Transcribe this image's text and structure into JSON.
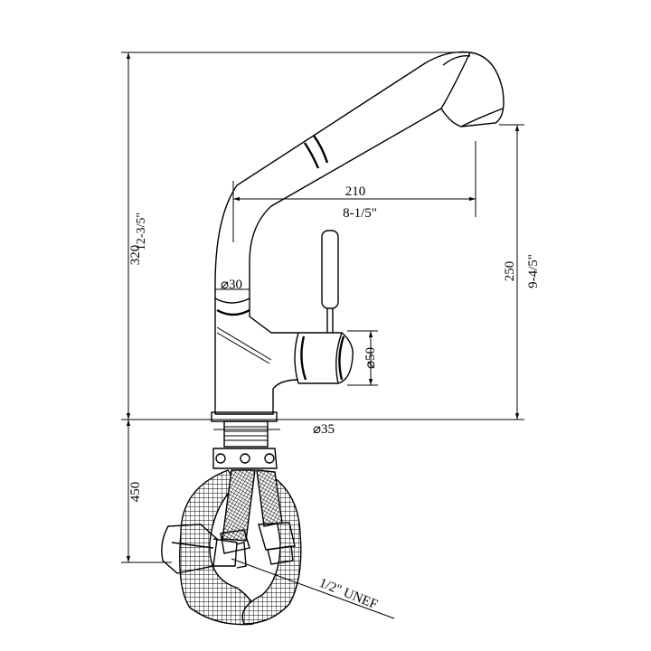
{
  "drawing": {
    "dimensions": {
      "overall_height_mm": "320",
      "overall_height_in": "12-3/5\"",
      "spout_reach_mm": "210",
      "spout_reach_in": "8-1/5\"",
      "spout_height_mm": "250",
      "spout_height_in": "9-4/5\"",
      "spout_diameter": "⌀30",
      "body_diameter": "⌀50",
      "shank_diameter": "⌀35",
      "hose_length_mm": "450",
      "connection_thread": "1/2\" UNEF"
    }
  }
}
